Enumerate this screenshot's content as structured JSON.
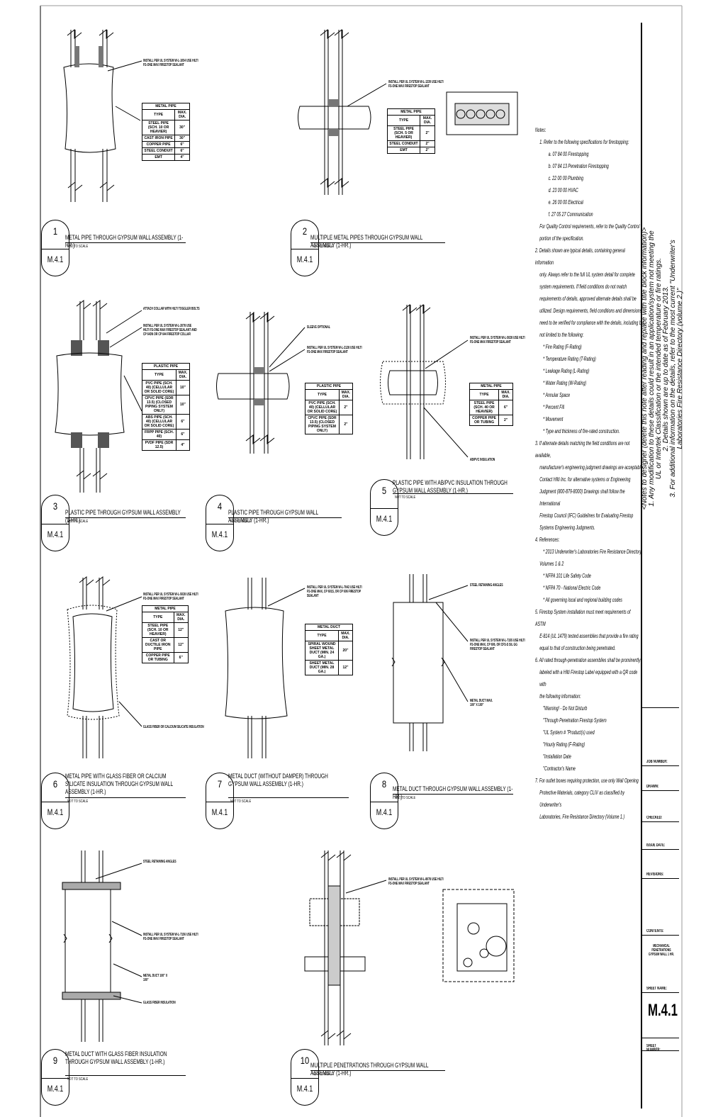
{
  "details": [
    {
      "num": "1",
      "ref": "M.4.1",
      "title": "METAL PIPE THROUGH GYPSUM WALL ASSEMBLY (1-HR.)",
      "scale": "NOT TO SCALE"
    },
    {
      "num": "2",
      "ref": "M.4.1",
      "title": "MULTIPLE METAL PIPES THROUGH GYPSUM WALL ASSEMBLY (1-HR.)",
      "scale": "NOT TO SCALE"
    },
    {
      "num": "3",
      "ref": "M.4.1",
      "title": "PLASTIC PIPE THROUGH GYPSUM WALL ASSEMBLY (1-HR.)",
      "scale": "NOT TO SCALE"
    },
    {
      "num": "4",
      "ref": "M.4.1",
      "title": "PLASTIC PIPE THROUGH GYPSUM WALL ASSEMBLY (1-HR.)",
      "scale": "NOT TO SCALE"
    },
    {
      "num": "5",
      "ref": "M.4.1",
      "title": "PLASTIC PIPE WITH AB/PVC INSULATION THROUGH GYPSUM WALL ASSEMBLY (1-HR.)",
      "scale": "NOT TO SCALE"
    },
    {
      "num": "6",
      "ref": "M.4.1",
      "title": "METAL PIPE WITH GLASS FIBER OR CALCIUM SILICATE INSULATION THROUGH GYPSUM WALL ASSEMBLY (1-HR.)",
      "scale": "NOT TO SCALE"
    },
    {
      "num": "7",
      "ref": "M.4.1",
      "title": "METAL DUCT (WITHOUT DAMPER) THROUGH GYPSUM WALL ASSEMBLY (1-HR.)",
      "scale": "NOT TO SCALE"
    },
    {
      "num": "8",
      "ref": "M.4.1",
      "title": "METAL DUCT THROUGH GYPSUM WALL ASSEMBLY (1-HR.)",
      "scale": "NOT TO SCALE"
    },
    {
      "num": "9",
      "ref": "M.4.1",
      "title": "METAL DUCT WITH GLASS FIBER INSULATION THROUGH GYPSUM WALL ASSEMBLY (1-HR.)",
      "scale": "NOT TO SCALE"
    },
    {
      "num": "10",
      "ref": "M.4.1",
      "title": "MULTIPLE PENETRATIONS THROUGH GYPSUM WALL ASSEMBLY (1-HR.)",
      "scale": "NOT TO SCALE"
    }
  ],
  "callouts": {
    "d1": "INSTALL PER UL SYSTEM W-L-1054 USE HILTI FS-ONE MAX FIRESTOP SEALANT",
    "d2": "INSTALL PER UL SYSTEM W-L-1339 USE HILTI FS-ONE MAX FIRESTOP SEALANT",
    "d3a": "ATTACH COLLAR WITH HILTI TOGGLER BOLTS",
    "d3b": "INSTALL PER UL SYSTEM W-L-2078 USE HILTI FS-ONE MAX FIRESTOP SEALANT AND CP 643N OR CP 644 FIRESTOP COLLAR",
    "d4a": "SLEEVE OPTIONAL",
    "d4b": "INSTALL PER UL SYSTEM W-L-2128 USE HILTI FS-ONE MAX FIRESTOP SEALANT",
    "d5a": "INSTALL PER UL SYSTEM W-L-5028 USE HILTI FS-ONE MAX FIRESTOP SEALANT",
    "d5b": "AB/PVC INSULATION",
    "d6a": "INSTALL PER UL SYSTEM W-L-5028 USE HILTI FS-ONE MAX FIRESTOP SEALANT",
    "d6b": "GLASS FIBER OR CALCIUM SILICATE INSULATION",
    "d7": "INSTALL PER UL SYSTEM W-L-7042 USE HILTI FS-ONE MAX, CP 601S, OR CP 606 FIRESTOP SEALANT",
    "d8a": "STEEL RETAINING ANGLES",
    "d8b": "INSTALL PER UL SYSTEM W-L-7155 USE HILTI FS-ONE MAX, CP 606, OR CFS-S SIL GG FIRESTOP SEALANT",
    "d8c": "METAL DUCT MAX. 100\" X 100\"",
    "d9a": "STEEL RETAINING ANGLES",
    "d9b": "INSTALL PER UL SYSTEM W-L-7156 USE HILTI FS-ONE MAX FIRESTOP SEALANT",
    "d9c": "METAL DUCT 100\" X 100\"",
    "d9d": "GLASS FIBER INSULATION",
    "d10": "INSTALL PER UL SYSTEM W-L-8078 USE HILTI FS-ONE MAX FIRESTOP SEALANT"
  },
  "tables": {
    "t1": {
      "title": "METAL PIPE",
      "head": [
        "TYPE",
        "MAX. DIA."
      ],
      "rows": [
        [
          "STEEL PIPE (SCH. 10 OR HEAVIER)",
          "30\""
        ],
        [
          "CAST IRON PIPE",
          "30\""
        ],
        [
          "COPPER PIPE",
          "6\""
        ],
        [
          "STEEL CONDUIT",
          "6\""
        ],
        [
          "EMT",
          "4\""
        ]
      ]
    },
    "t2": {
      "title": "METAL PIPE",
      "head": [
        "TYPE",
        "MAX. DIA."
      ],
      "rows": [
        [
          "STEEL PIPE (SCH. 5 OR HEAVIER)",
          "2\""
        ],
        [
          "STEEL CONDUIT",
          "2\""
        ],
        [
          "EMT",
          "2\""
        ]
      ]
    },
    "t3": {
      "title": "PLASTIC PIPE",
      "head": [
        "TYPE",
        "MAX. DIA."
      ],
      "rows": [
        [
          "PVC PIPE (SCH. 40) (CELLULAR OR SOLID CORE)",
          "10\""
        ],
        [
          "CPVC PIPE (SDR 13.5) (CLOSED PIPING SYSTEM ONLY)",
          "10\""
        ],
        [
          "ABS PIPE (SCH. 40) (CELLULAR OR SOLID CORE)",
          "6\""
        ],
        [
          "FRPP PIPE (SCH. 40)",
          "6\""
        ],
        [
          "PVDF PIPE (SDR 12.5)",
          "4\""
        ]
      ]
    },
    "t4": {
      "title": "PLASTIC PIPE",
      "head": [
        "TYPE",
        "MAX. DIA."
      ],
      "rows": [
        [
          "PVC PIPE (SCH. 40) (CELLULAR OR SOLID CORE)",
          "2\""
        ],
        [
          "CPVC PIPE (SDR 13.5) (CLOSED PIPING SYSTEM ONLY)",
          "2\""
        ]
      ]
    },
    "t5": {
      "title": "METAL PIPE",
      "head": [
        "TYPE",
        "MAX. DIA."
      ],
      "rows": [
        [
          "STEEL PIPE (SCH. 40 OR HEAVIER)",
          "6\""
        ],
        [
          "COPPER PIPE OR TUBING",
          "2\""
        ]
      ]
    },
    "t6": {
      "title": "METAL PIPE",
      "head": [
        "TYPE",
        "MAX. DIA."
      ],
      "rows": [
        [
          "STEEL PIPE (SCH. 10 OR HEAVIER)",
          "12\""
        ],
        [
          "CAST OR DUCTILE IRON PIPE",
          "12\""
        ],
        [
          "COPPER PIPE OR TUBING",
          "6\""
        ]
      ]
    },
    "t7": {
      "title": "METAL DUCT",
      "head": [
        "TYPE",
        "MAX. DIA."
      ],
      "rows": [
        [
          "SPIRAL WOUND SHEET METAL DUCT (MIN. 24 GA.)",
          "20\""
        ],
        [
          "SHEET METAL DUCT (MIN. 28 GA.)",
          "12\""
        ]
      ]
    }
  },
  "notes": [
    "Notes:",
    "1.  Refer to the following specifications for firestopping:",
    "a. 07 84 00 Firestopping",
    "b. 07 84 13 Penetration Firestopping",
    "c. 22 00 00 Plumbing",
    "d. 23 00 00 HVAC",
    "e. 26 00 00 Electrical",
    "f.  27 05 27 Communication",
    "For Quality Control requirements, refer to the Quality Control",
    "portion of the specification.",
    "2. Details shown are typical details, containing general information",
    "only.  Always refer to the full UL system detail for complete",
    "system requirements.  If field conditions do not match",
    "requirements of details, approved alternate details shall be",
    "utilized.  Design requirements, field conditions and dimensions",
    "need to be verified for compliance with the details, including but",
    "not limited to the following:",
    "* Fire Rating (F-Rating)",
    "* Temperature Rating (T-Rating)",
    "* Leakage Rating (L-Rating)",
    "* Water Rating (W-Rating)",
    "* Annular Space",
    "* Percent Fill",
    "* Movement",
    "* Type and thickness of fire-rated construction.",
    "3. If alternate details matching the field conditions are not available,",
    "manufacturer's engineering judgment drawings are acceptable.",
    "Contact Hilti Inc. for alternative systems or Engineering",
    "Judgment (800-879-8000) Drawings shall follow the International",
    "Firestop Council (IFC) Guidelines for Evaluating Firestop",
    "Systems Engineering Judgments.",
    "4. References:",
    "* 2013 Underwriter's Laboratories Fire Resistance Directory,",
    "Volumes 1 & 2",
    "* NFPA 101 Life Safety Code",
    "* NFPA 70 - National Electric Code",
    "* All governing local and regional building codes",
    "5. Firestop System installation must meet requirements of ASTM",
    "E-814 (UL 1479) tested assemblies that provide a fire rating",
    "equal to that of construction being penetrated.",
    "6. All rated through-penetration assemblies shall be prominently",
    "labeled with a Hilti Firestop Label equipped with a QR code with",
    "the following information:",
    "\"Warning! - Do Not Disturb",
    "\"Through Penetration Firestop System",
    "\"UL System # \"Product(s) used",
    "\"Hourly Rating (F-Rating)",
    "\"Installation Date",
    "\"Contractor's Name",
    "7. For outlet boxes requiring protection, use only Wall Opening",
    "Protective Materials, category CLIV as classified by Underwriter's",
    "Laboratories, Fire Resistance Directory (Volume 1.)"
  ],
  "rotated_notes": [
    "<Notes to designer (delete this note after reading and replace with title block information)>",
    "1. Any modification to these details could result in an application/system not meeting the",
    "UL or Intertek Classification or the intended temperature or fire ratings.",
    "2. Details shown are up to date as of February 2013.",
    "3. For additional information on the details, refer to the most current \"Underwriter's",
    "Laboratories Fire Resistance Directory (volume 2.)\""
  ],
  "title_block": {
    "job_number": "JOB NUMBER:",
    "drawn": "DRAWN:",
    "checked": "CHECKED:",
    "issue_date": "ISSUE DATE:",
    "revisions": "REVISIONS:",
    "contents": "CONTENTS:",
    "contents_value": "MECHANICAL PENETRATIONS GYPSUM WALL 1 HR.",
    "sheet_name": "SHEET NAME:",
    "sheet_number_value": "M.4.1",
    "sheet_number": "SHEET NUMBER:"
  }
}
